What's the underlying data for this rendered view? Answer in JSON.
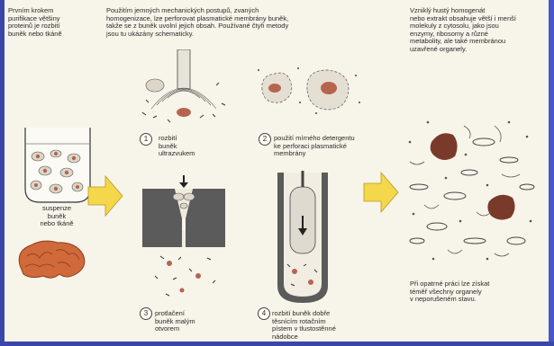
{
  "texts": {
    "intro": "Prvním krokem\npurifikace většiny\nproteinů je rozbití\nbuněk nebo tkáně",
    "methods": "Použitím jemných mechanických postupů, zvaných\nhomogenizace, lze perforovat plasmatické membrány buněk,\ntakže se z buněk uvolní jejich obsah. Používané čtyři  metody\njsou tu ukázány schematicky.",
    "homogenate": "Vzniklý hustý homogenát\nnebo extrakt obsahuje větší i menší\nmolekuly z cytosolu, jako jsou\nenzymy, ribosomy a různé\nmetabolity, ale také membránou\nuzavřené organely.",
    "suspension": "suspenze\nbuněk\nnebo tkáně",
    "step1_text": "rozbití\nbuněk\nultrazvukem",
    "step2_text": "použití mírného detergentu\nke perforaci plasmatické\nmembrány",
    "step3_text": "protlačení\nbuněk malým\notvorem",
    "step4_text": "rozbití buněk dobře\ntěsnícím rotačním\npístem v tlustostěnné\nnádobce",
    "organelles": "Při opatrné práci lze získat\ntéměř všechny organely\nv neporušeném stavu."
  },
  "step_numbers": [
    "1",
    "2",
    "3",
    "4"
  ],
  "colors": {
    "frame": "#3b47a8",
    "arrow": "#f4d74a",
    "cell_nucleus": "#b5654e",
    "brain": "#cf5b2c",
    "organelle": "#7a3a2a"
  }
}
